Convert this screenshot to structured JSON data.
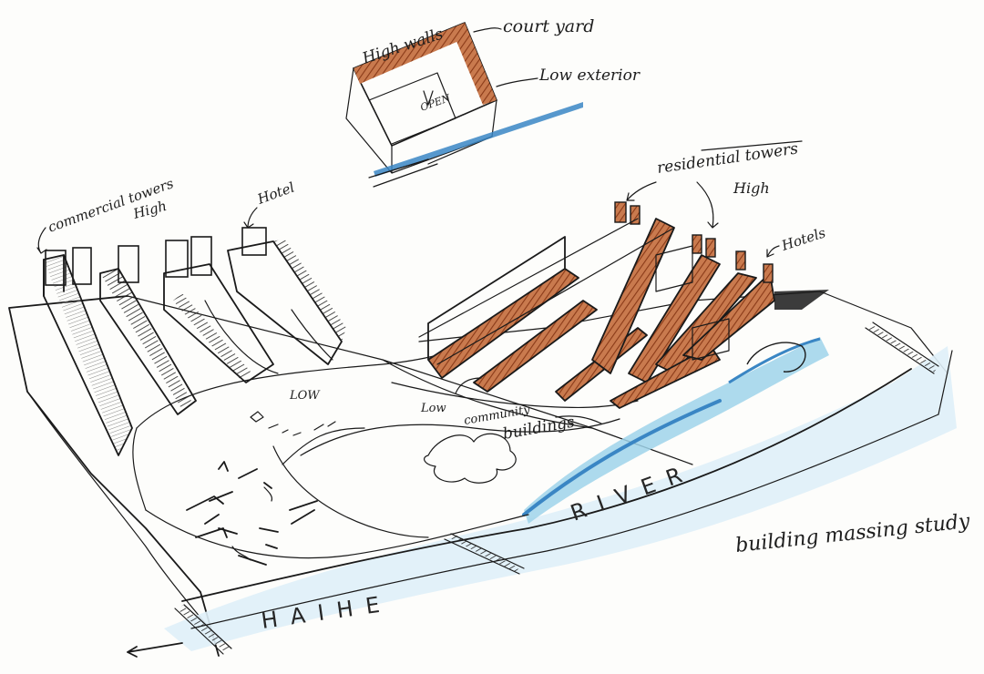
{
  "labels": {
    "courtyard_high_walls": "High walls",
    "courtyard": "court yard",
    "low_exterior": "Low exterior",
    "open": "OPEN",
    "commercial_towers": "commercial towers",
    "commercial_high": "High",
    "hotel_left": "Hotel",
    "residential_towers": "residential towers",
    "residential_high": "High",
    "hotels_right": "Hotels",
    "low_left": "LOW",
    "low_center": "Low",
    "community_buildings_1": "community",
    "community_buildings_2": "buildings",
    "river": "RIVER",
    "haihe": "HAIHE",
    "study_title": "building massing study"
  },
  "colors": {
    "ink": "#1a1a1a",
    "rust": "#b5562c",
    "river_blue": "#9fd3ea",
    "river_blue_dark": "#3a86c4",
    "paper": "#fdfdfb"
  },
  "icons": {
    "arrow": "arrow-left-icon"
  }
}
